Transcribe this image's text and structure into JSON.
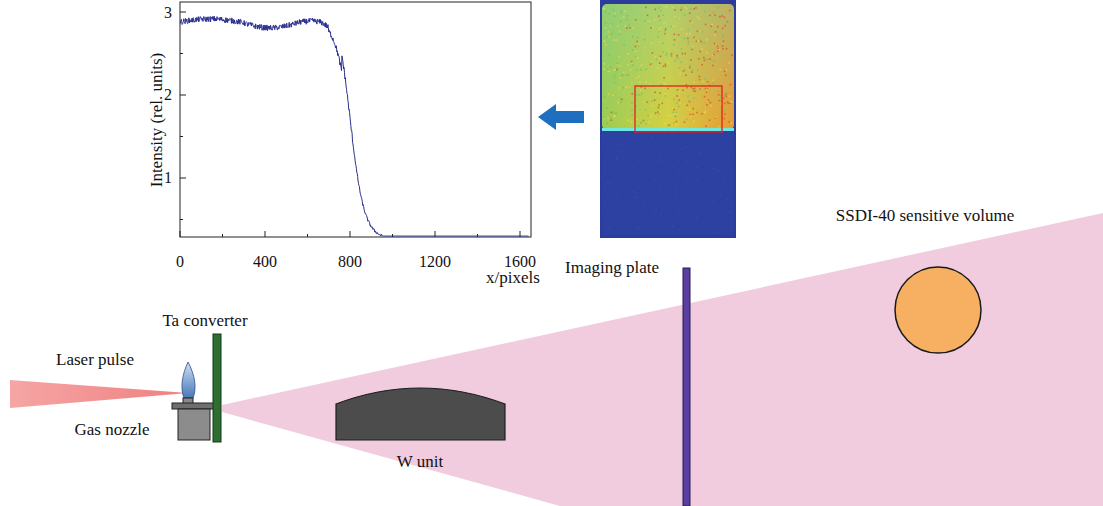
{
  "diagram": {
    "labels": [
      "Intensity (rel. units)",
      "0",
      "400",
      "800",
      "1200",
      "1600",
      "1",
      "2",
      "3",
      "x/pixels",
      "Imaging plate",
      "SSDI-40 sensitive volume",
      "Ta converter",
      "Laser pulse",
      "Gas nozzle",
      "W unit"
    ]
  }
}
